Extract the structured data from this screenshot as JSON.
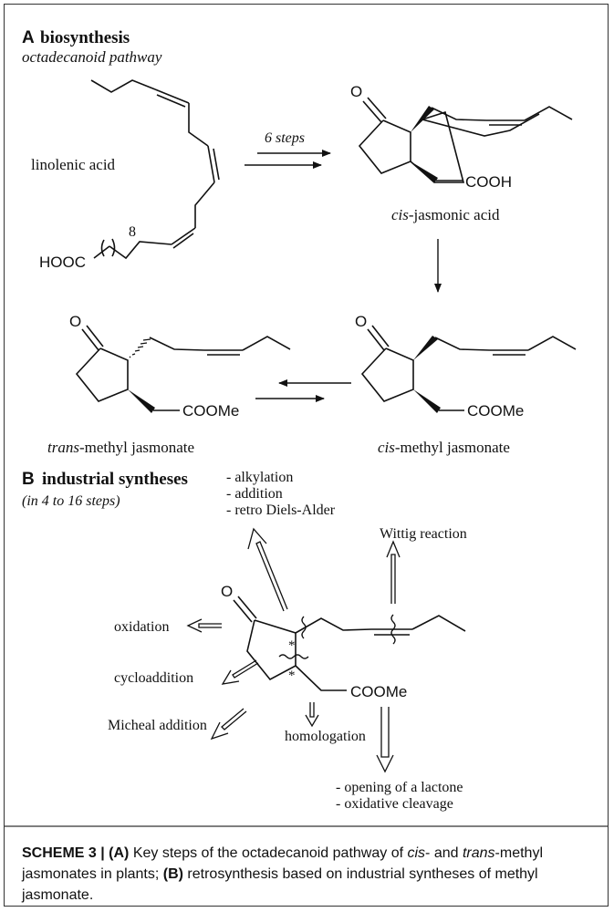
{
  "section_a": {
    "letter": "A",
    "title": "biosynthesis",
    "subtitle": "octadecanoid pathway",
    "linolenic_label": "linolenic acid",
    "hooc": "HOOC",
    "position_label": "8",
    "steps_label": "6 steps",
    "cis_ja_group": "COOH",
    "cis_ja_label_italic": "cis",
    "cis_ja_label_rest": "-jasmonic acid",
    "ketone_o": "O",
    "cis_mj_group": "COOMe",
    "cis_mj_label_italic": "cis",
    "cis_mj_label_rest": "-methyl jasmonate",
    "trans_mj_group": "COOMe",
    "trans_mj_label_italic": "trans",
    "trans_mj_label_rest": "-methyl jasmonate"
  },
  "section_b": {
    "letter": "B",
    "title": "industrial syntheses",
    "subtitle": "(in 4 to 16 steps)",
    "methods_top": [
      "- alkylation",
      "- addition",
      "- retro Diels-Alder"
    ],
    "wittig": "Wittig reaction",
    "oxidation": "oxidation",
    "cycloaddition": "cycloaddition",
    "micheal": "Micheal addition",
    "homologation": "homologation",
    "ester_group": "COOMe",
    "ketone_o": "O",
    "stereo_mark": "*",
    "methods_bottom": [
      "- opening of a lactone",
      "- oxidative cleavage"
    ]
  },
  "caption": {
    "scheme": "SCHEME 3 |",
    "a": "(A)",
    "text_1": " Key steps of the octadecanoid pathway of ",
    "cis": "cis",
    "text_2": "- and ",
    "trans": "trans",
    "text_3": "-methyl jasmonates in plants; ",
    "b": "(B)",
    "text_4": " retrosynthesis based on industrial syntheses of methyl jasmonate."
  }
}
